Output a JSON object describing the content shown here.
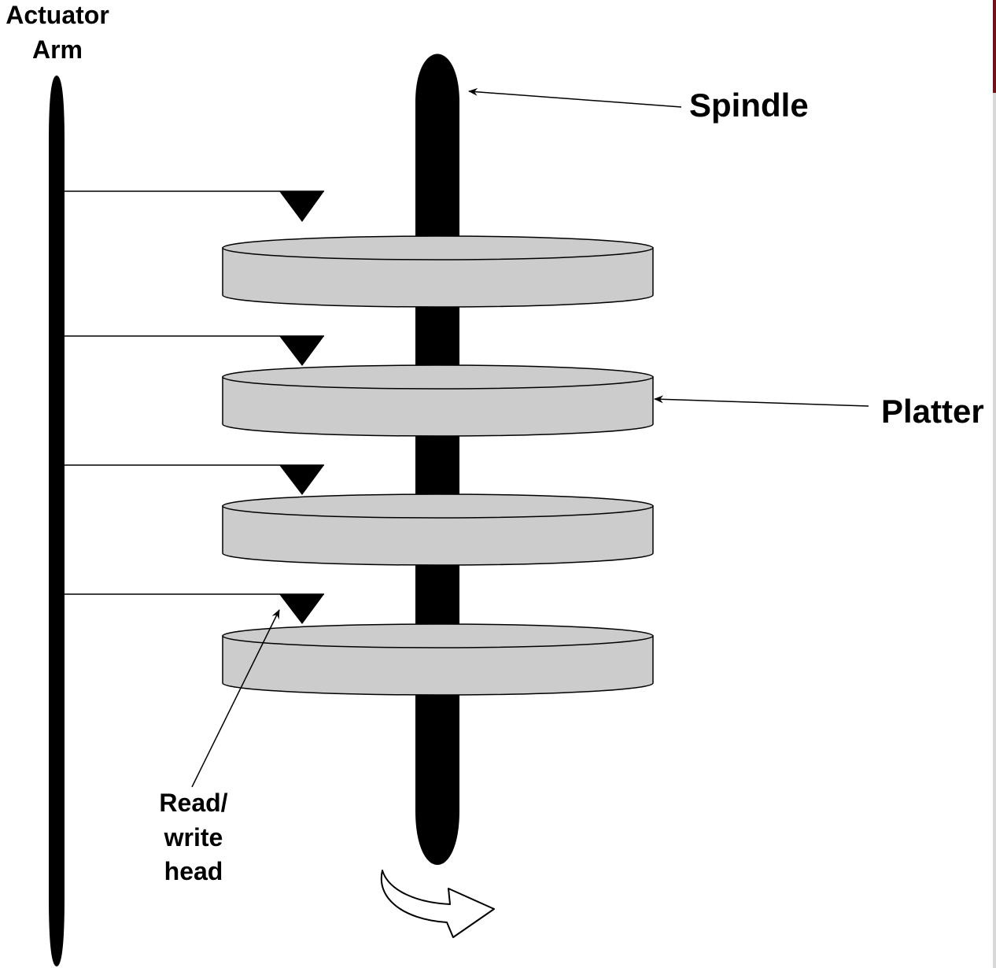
{
  "labels": {
    "actuator_line1": "Actuator",
    "actuator_line2": "Arm",
    "spindle": "Spindle",
    "platter": "Platter",
    "head_line1": "Read/",
    "head_line2": "write",
    "head_line3": "head"
  },
  "platter_count": 4,
  "head_count": 4,
  "colors": {
    "platter_fill": "#cccccc",
    "spindle": "#000000",
    "actuator": "#000000",
    "page": "#ffffff"
  },
  "icons": {
    "rotation": "curved-arrow-icon"
  }
}
